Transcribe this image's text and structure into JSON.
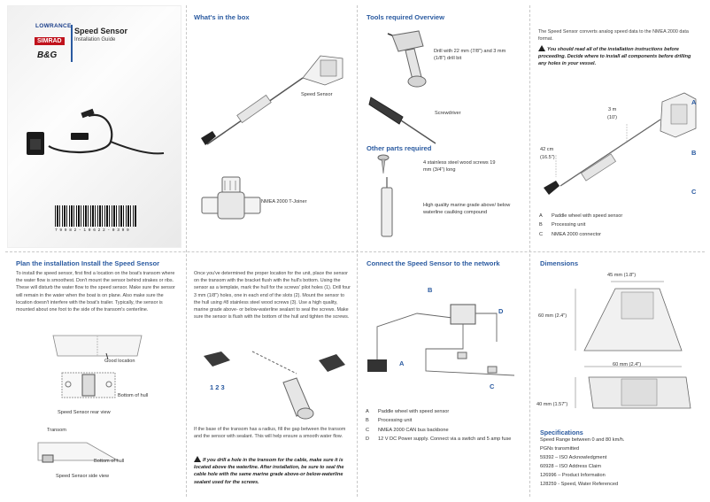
{
  "brands": [
    "LOWRANCE",
    "SIMRAD",
    "B&G"
  ],
  "cover": {
    "title": "Speed Sensor",
    "subtitle": "Installation Guide",
    "barcode_text": "7 9 9 8 2 - 1 0 6 2 2 - 0 3 9 9"
  },
  "box": {
    "heading": "What's in the box",
    "speed_sensor": "Speed Sensor",
    "tjoiner": "NMEA 2000 T-Joiner"
  },
  "tools": {
    "heading": "Tools required Overview",
    "drill": "Drill with 22 mm (7/8\") and 3 mm (1/8\") drill bit",
    "screwdriver": "Screwdriver",
    "other_heading": "Other parts required",
    "screws": "4 stainless steel wood screws 19 mm (3/4\") long",
    "sealant": "High quality marine grade above/ below waterline caulking compound"
  },
  "intro": {
    "text": "The Speed Sensor converts analog speed data to the NMEA 2000 data format.",
    "warning": "You should read all of the installation instructions before proceeding. Decide where to install all components before drilling any holes in your vessel.",
    "dim_length": "3 m",
    "dim_length_ft": "(10')",
    "dim_short": "42 cm",
    "dim_short_in": "(16.5\")",
    "legend": [
      {
        "key": "A",
        "text": "Paddle wheel with speed sensor"
      },
      {
        "key": "B",
        "text": "Processing unit"
      },
      {
        "key": "C",
        "text": "NMEA 2000 connector"
      }
    ],
    "callouts": [
      "A",
      "B",
      "C"
    ]
  },
  "plan": {
    "heading": "Plan the installation Install the Speed Sensor",
    "text": "To install the speed sensor, first find a location on the boat's transom where the water flow is smoothest. Don't mount the sensor behind strakes or ribs. These will disturb the water flow to the speed sensor. Make sure the sensor will remain in the water when the boat is on plane. Also make sure the location doesn't interfere with the boat's trailer. Typically, the sensor is mounted about one foot to the side of the transom's centerline.",
    "good_location": "Good location",
    "bottom_hull_1": "Bottom of hull",
    "rear_view": "Speed Sensor rear view",
    "transom": "Transom",
    "bottom_hull_2": "Bottom of hull",
    "side_view": "Speed Sensor side view"
  },
  "mount": {
    "text": "Once you've determined the proper location for the unit, place the sensor on the transom with the bracket flush with the hull's bottom. Using the sensor as a template, mark the hull for the screws' pilot holes (1). Drill four 3 mm (1/8\") holes, one in each end of the slots (2). Mount the sensor to the hull using #8 stainless steel wood screws (3). Use a high quality, marine grade above- or below-waterline sealant to seal the screws. Make sure the sensor is flush with the bottom of the hull and tighten the screws.",
    "steps": "1 2 3",
    "radius_text": "If the base of the transom has a radius, fill the gap between the transom and the sensor with sealant. This will help ensure a smooth water flow.",
    "warning": "If you drill a hole in the transom for the cable, make sure it is located above the waterline. After installation, be sure to seal the cable hole with the same marine grade above-or below-waterline sealant used for the screws."
  },
  "connect": {
    "heading": "Connect the Speed Sensor to the network",
    "callouts": [
      "A",
      "B",
      "C",
      "D"
    ],
    "legend": [
      {
        "key": "A",
        "text": "Paddle wheel with speed sensor"
      },
      {
        "key": "B",
        "text": "Processing unit"
      },
      {
        "key": "C",
        "text": "NMEA 2000 CAN bus backbone"
      },
      {
        "key": "D",
        "text": "12 V DC Power supply.  Connect via a switch and 5 amp fuse"
      }
    ]
  },
  "dims": {
    "heading": "Dimensions",
    "w_top": "45 mm (1.8\")",
    "h_side": "60 mm (2.4\")",
    "w_bottom": "60 mm (2.4\")",
    "h_lower": "40 mm (1.57\")"
  },
  "specs": {
    "heading": "Specifications",
    "items": [
      "Speed Range between 0 and 80 km/h.",
      "PGNs transmitted",
      "59392 – ISO Acknowledgment",
      "60928 – ISO Address Claim",
      "126996 – Product Information",
      "128259 - Speed, Water Referenced"
    ]
  }
}
